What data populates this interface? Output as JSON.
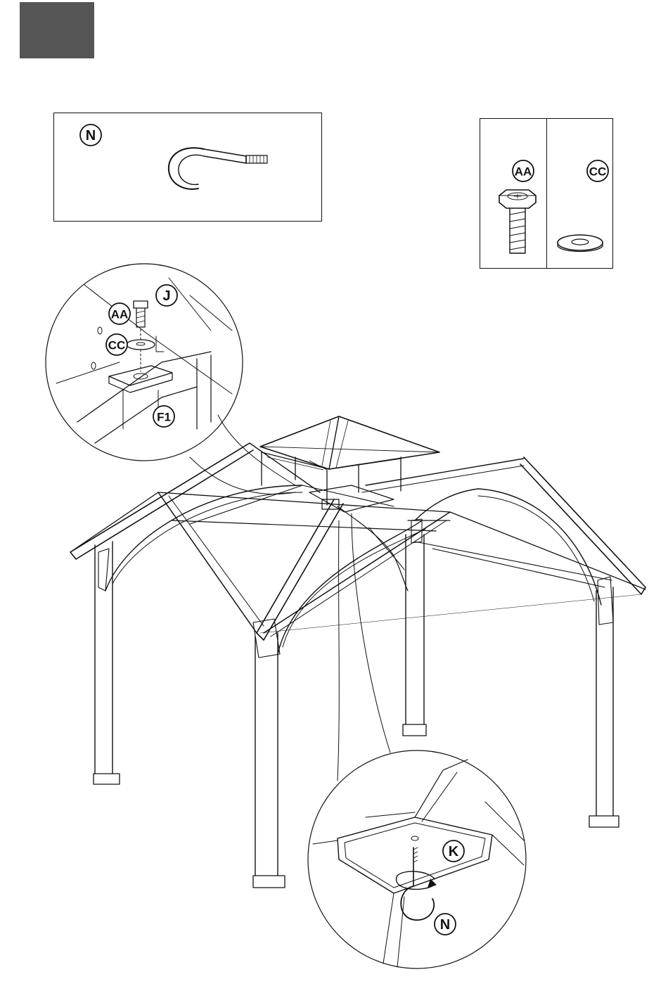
{
  "step": {
    "number": "",
    "background": "#555555"
  },
  "parts_box": {
    "hook_label": "N"
  },
  "hardware_box": {
    "left_qty": "",
    "right_qty": "",
    "bolt_label": "AA",
    "washer_label": "CC"
  },
  "detail_top": {
    "labels": {
      "j": "J",
      "aa": "AA",
      "cc": "CC",
      "f1": "F1"
    }
  },
  "detail_bottom": {
    "labels": {
      "k": "K",
      "n": "N"
    }
  },
  "colors": {
    "line": "#111111",
    "block": "#555555",
    "background": "#ffffff"
  },
  "icons": [
    "hook-icon",
    "bolt-icon",
    "washer-icon",
    "gazebo-illustration"
  ]
}
